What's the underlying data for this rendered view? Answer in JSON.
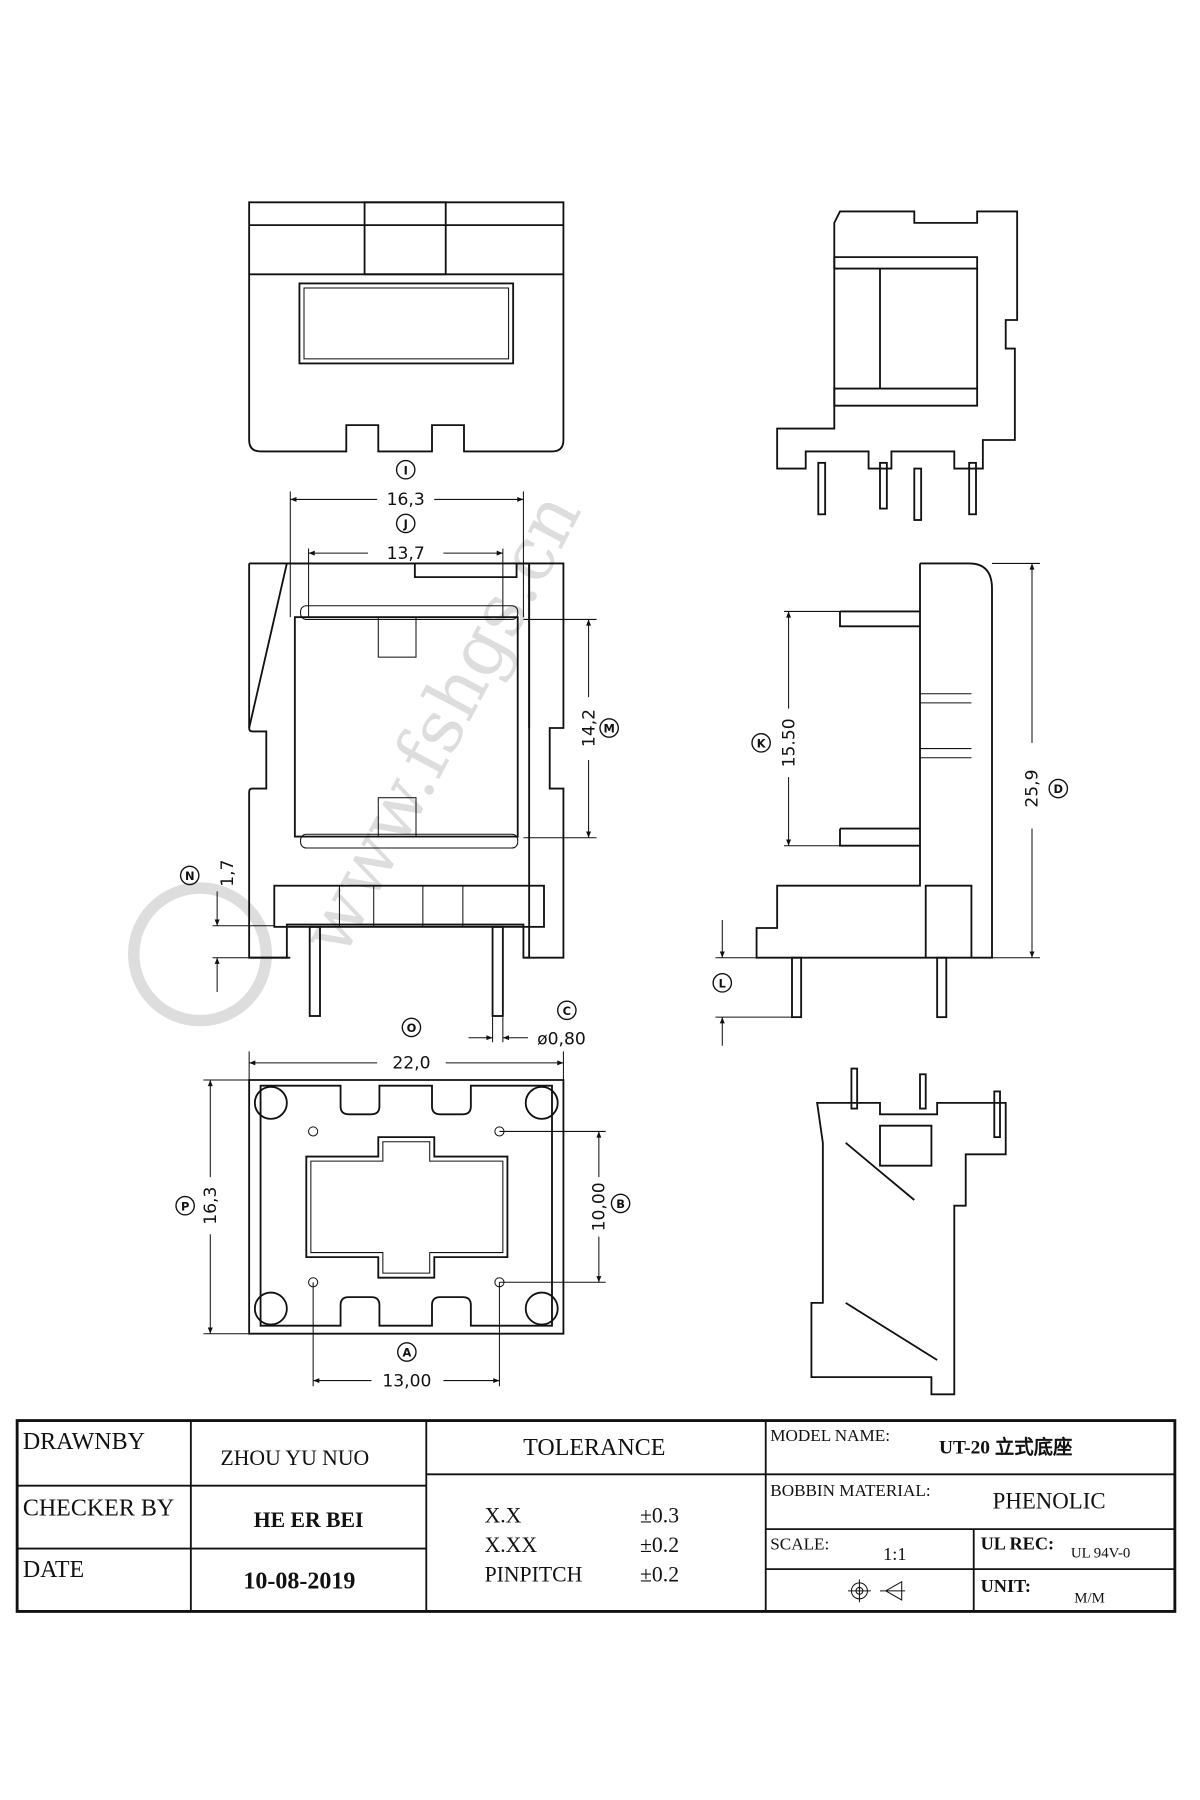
{
  "watermark": "www.fshgs.cn",
  "dimensions": {
    "I": {
      "label": "I",
      "value": "16,3"
    },
    "J": {
      "label": "J",
      "value": "13,7"
    },
    "M": {
      "label": "M",
      "value": "14,2"
    },
    "N": {
      "label": "N",
      "value": "1,7"
    },
    "C": {
      "label": "C",
      "value": "ø0,80"
    },
    "O": {
      "label": "O",
      "value": "22,0"
    },
    "P": {
      "label": "P",
      "value": "16,3"
    },
    "B": {
      "label": "B",
      "value": "10,00"
    },
    "A": {
      "label": "A",
      "value": "13,00"
    },
    "K": {
      "label": "K",
      "value": "15.50"
    },
    "D": {
      "label": "D",
      "value": "25,9"
    },
    "L": {
      "label": "L",
      "value": ""
    }
  },
  "title_block": {
    "drawn_by_label": "DRAWNBY",
    "drawn_by": "ZHOU YU NUO",
    "checker_label": "CHECKER BY",
    "checker": "HE ER BEI",
    "date_label": "DATE",
    "date": "10-08-2019",
    "tolerance_label": "TOLERANCE",
    "tolerances": [
      {
        "name": "X.X",
        "value": "±0.3"
      },
      {
        "name": "X.XX",
        "value": "±0.2"
      },
      {
        "name": "PINPITCH",
        "value": "±0.2"
      }
    ],
    "model_name_label": "MODEL NAME:",
    "model_name": "UT-20 立式底座",
    "material_label": "BOBBIN MATERIAL:",
    "material": "PHENOLIC",
    "scale_label": "SCALE:",
    "scale": "1:1",
    "ul_label": "UL REC:",
    "ul": "UL 94V-0",
    "unit_label": "UNIT:",
    "unit": "M/M"
  }
}
